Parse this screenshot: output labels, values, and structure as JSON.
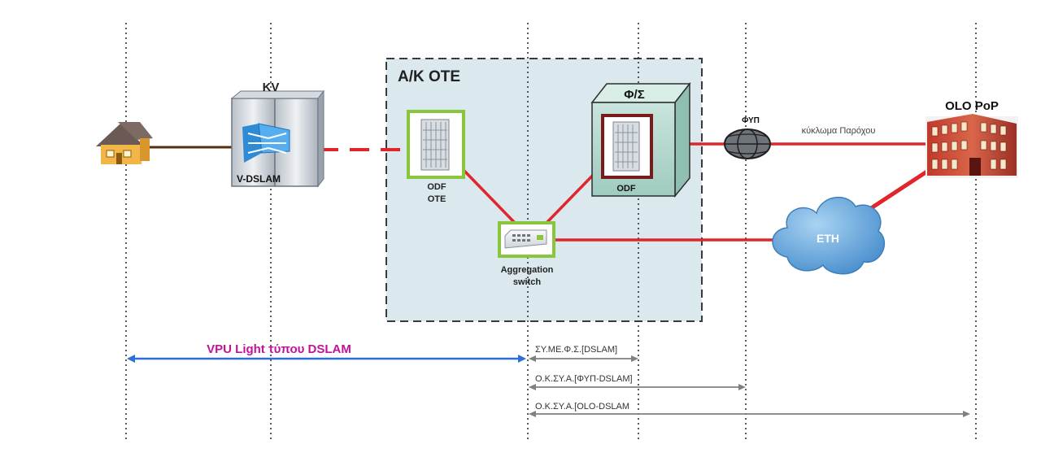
{
  "title_kv": "KV",
  "vdslam_label": "V-DSLAM",
  "ak_ote_label": "A/K OTE",
  "odf_ote_line1": "ODF",
  "odf_ote_line2": "OTE",
  "fs_label": "Φ/Σ",
  "odf_label": "ODF",
  "agg_line1": "Aggregation",
  "agg_line2": "switch",
  "fyp_label": "ΦΥΠ",
  "circuit_label": "κύκλωμα Παρόχου",
  "eth_label": "ETH",
  "olo_pop_label": "OLO PoP",
  "vpu_label": "VPU Light τύπου DSLAM",
  "symefs_label": "ΣΥ.ΜΕ.Φ.Σ.[DSLAM]",
  "okysa_fyp_label": "Ο.Κ.ΣΥ.Α.[ΦΥΠ-DSLAM]",
  "okysa_olo_label": "Ο.Κ.ΣΥ.Α.[OLO-DSLAM",
  "colors": {
    "link_red": "#e0252b",
    "copper": "#5a2e0c",
    "vpu_blue": "#2f6fd3",
    "vpu_text": "#c0139a",
    "gray_arrow": "#808080",
    "ote_box_fill": "#dbe9ef",
    "green_frame": "#8ac53e",
    "maroon_frame": "#7a1a1a"
  }
}
